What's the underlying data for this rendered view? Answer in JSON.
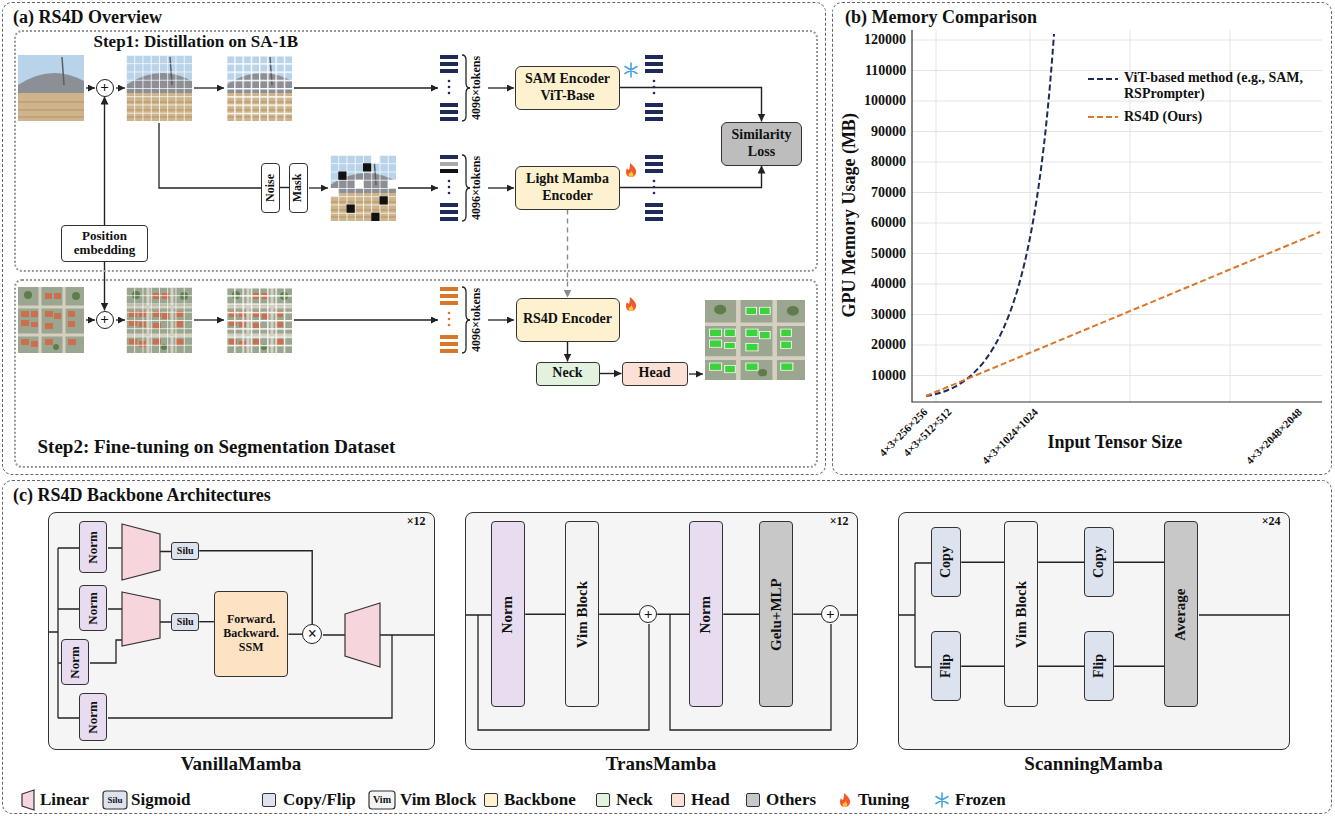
{
  "diagram": {
    "nodes": [
      {
        "text": [
          "(a) RS4D Overview"
        ]
      },
      {
        "text": [
          "Step1: Distillation on SA-1B"
        ],
        "in": 0
      },
      {
        "text": [
          "+"
        ],
        "in": 1
      },
      {
        "text": [
          "Noise"
        ],
        "in": 1
      },
      {
        "text": [
          "Mask"
        ],
        "in": 1
      },
      {
        "text": [
          "SAM Encoder ViT-Base"
        ],
        "in": 1
      },
      {
        "text": [
          "Light Mamba Encoder"
        ],
        "in": 1
      },
      {
        "text": [
          "Similarity Loss"
        ],
        "in": 1
      },
      {
        "text": [
          "Position embedding"
        ],
        "in": 1
      },
      {
        "text": [
          "Step2: Fine-tuning on Segmentation Dataset"
        ],
        "in": 0
      },
      {
        "text": [
          "+"
        ],
        "in": 9
      },
      {
        "text": [
          "RS4D Encoder"
        ],
        "in": 9
      },
      {
        "text": [
          "Neck"
        ],
        "in": 9
      },
      {
        "text": [
          "Head"
        ],
        "in": 9
      },
      {
        "text": [
          "(b) Memory Comparison"
        ]
      },
      {
        "text": [
          "(c) RS4D Backbone Architectures"
        ]
      },
      {
        "text": [
          "VanillaMamba",
          "×12"
        ],
        "in": 15
      },
      {
        "text": [
          "Norm"
        ],
        "in": 16
      },
      {
        "text": [
          "Norm"
        ],
        "in": 16
      },
      {
        "text": [
          "Norm"
        ],
        "in": 16
      },
      {
        "text": [
          "Norm"
        ],
        "in": 16
      },
      {
        "text": [
          "Silu"
        ],
        "in": 16
      },
      {
        "text": [
          "Silu"
        ],
        "in": 16
      },
      {
        "text": [
          "Forward. Backward. SSM"
        ],
        "in": 16
      },
      {
        "text": [
          "×"
        ],
        "in": 16
      },
      {
        "text": [
          "TransMamba",
          "×12"
        ],
        "in": 15
      },
      {
        "text": [
          "Norm"
        ],
        "in": 25
      },
      {
        "text": [
          "Vim Block"
        ],
        "in": 25
      },
      {
        "text": [
          "+"
        ],
        "in": 25
      },
      {
        "text": [
          "Norm"
        ],
        "in": 25
      },
      {
        "text": [
          "Gelu+MLP"
        ],
        "in": 25
      },
      {
        "text": [
          "+"
        ],
        "in": 25
      },
      {
        "text": [
          "ScanningMamba",
          "×24"
        ],
        "in": 15
      },
      {
        "text": [
          "Copy"
        ],
        "in": 32
      },
      {
        "text": [
          "Flip"
        ],
        "in": 32
      },
      {
        "text": [
          "Vim Block"
        ],
        "in": 32
      },
      {
        "text": [
          "Copy"
        ],
        "in": 32
      },
      {
        "text": [
          "Flip"
        ],
        "in": 32
      },
      {
        "text": [
          "Average"
        ],
        "in": 32
      }
    ],
    "edges": [
      {
        "from": 8,
        "to": 2,
        "arrow": "to"
      },
      {
        "from": 8,
        "to": 10,
        "arrow": "to"
      },
      {
        "from": 3,
        "to": 4,
        "arrow": "none"
      },
      {
        "from": 5,
        "to": 7,
        "arrow": "to"
      },
      {
        "from": 6,
        "to": 7,
        "arrow": "to"
      },
      {
        "from": 6,
        "to": 11,
        "arrow": "to"
      },
      {
        "from": 11,
        "to": 12,
        "arrow": "to"
      },
      {
        "from": 12,
        "to": 13,
        "arrow": "to"
      },
      {
        "from": 21,
        "to": 24,
        "arrow": "none"
      },
      {
        "from": 22,
        "to": 23,
        "arrow": "none"
      },
      {
        "from": 23,
        "to": 24,
        "arrow": "none"
      },
      {
        "from": 26,
        "to": 27,
        "arrow": "none"
      },
      {
        "from": 27,
        "to": 28,
        "arrow": "none"
      },
      {
        "from": 28,
        "to": 29,
        "arrow": "none"
      },
      {
        "from": 29,
        "to": 30,
        "arrow": "none"
      },
      {
        "from": 30,
        "to": 31,
        "arrow": "none"
      },
      {
        "from": 33,
        "to": 35,
        "arrow": "none"
      },
      {
        "from": 34,
        "to": 35,
        "arrow": "none"
      },
      {
        "from": 35,
        "to": 36,
        "arrow": "none"
      },
      {
        "from": 35,
        "to": 37,
        "arrow": "none"
      },
      {
        "from": 36,
        "to": 38,
        "arrow": "none"
      },
      {
        "from": 37,
        "to": 38,
        "arrow": "none"
      }
    ],
    "labels": [
      "4096×tokens",
      "4096×tokens",
      "4096×tokens",
      "120000",
      "110000",
      "100000",
      "90000",
      "80000",
      "70000",
      "60000",
      "50000",
      "40000",
      "30000",
      "20000",
      "10000",
      "4×3×256×256",
      "4×3×512×512",
      "4×3×1024×1024",
      "4×3×2048×2048",
      "GPU Memory Usage (MB)",
      "Input Tensor Size",
      "Silu",
      "Vim"
    ],
    "legend": [
      {
        "text": "ViT-based method (e.g., SAM, RSPrompter)"
      },
      {
        "text": "RS4D (Ours)"
      },
      {
        "text": "Linear"
      },
      {
        "text": "Sigmoid"
      },
      {
        "text": "Copy/Flip",
        "color": "#dde3ee"
      },
      {
        "text": "Vim Block"
      },
      {
        "text": "Backbone",
        "color": "#fdf1cf"
      },
      {
        "text": "Neck",
        "color": "#e3f1df"
      },
      {
        "text": "Head",
        "color": "#fbe0d5"
      },
      {
        "text": "Others",
        "color": "#c8c8c8"
      },
      {
        "text": "Tuning"
      },
      {
        "text": "Frozen"
      }
    ]
  }
}
